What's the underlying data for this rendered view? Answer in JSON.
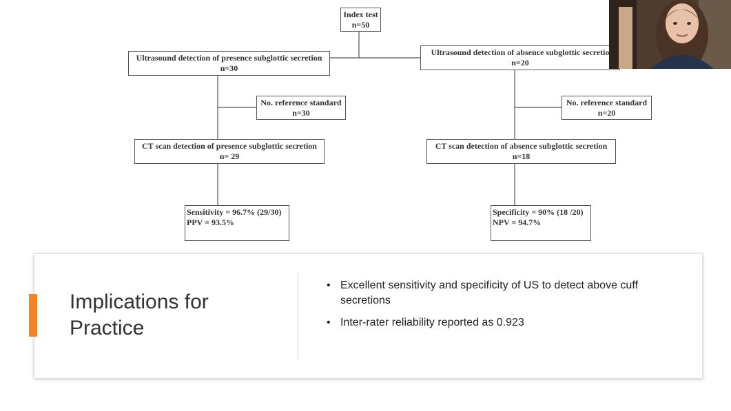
{
  "flowchart": {
    "index": {
      "line1": "Index test",
      "line2": "n=50"
    },
    "us_presence": {
      "line1": "Ultrasound detection of presence subglottic secretion",
      "line2": "n=30"
    },
    "us_absence": {
      "line1": "Ultrasound detection of absence  subglottic secretio",
      "line2": "n=20"
    },
    "ref_left": {
      "line1": "No. reference standard",
      "line2": "n=30"
    },
    "ref_right": {
      "line1": "No. reference standard",
      "line2": "n=20"
    },
    "ct_presence": {
      "line1": "CT scan detection of presence subglottic secretion",
      "line2": "n= 29"
    },
    "ct_absence": {
      "line1": "CT scan detection of absence  subglottic secretion",
      "line2": "n=18"
    },
    "result_left": {
      "line1": "Sensitivity = 96.7% (29/30)",
      "line2": "PPV = 93.5%"
    },
    "result_right": {
      "line1": "Specificity = 90% (18 /20)",
      "line2": "NPV = 94.7%"
    }
  },
  "implications": {
    "title_line1": "Implications for",
    "title_line2": "Practice",
    "bullets": [
      "Excellent sensitivity and specificity of US to detect above cuff secretions",
      "Inter-rater reliability reported as 0.923"
    ],
    "bullet_glyph": "•"
  },
  "colors": {
    "accent": "#f4832a",
    "line": "#555555"
  }
}
